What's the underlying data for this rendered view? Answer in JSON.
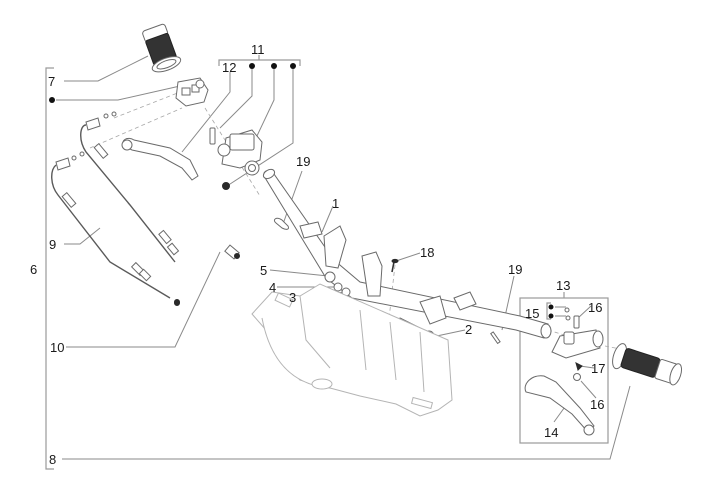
{
  "diagram": {
    "type": "exploded-parts-diagram",
    "subject": "handlebars and controls",
    "callouts": [
      {
        "id": "c1",
        "label": "1",
        "part": "handlebar"
      },
      {
        "id": "c2",
        "label": "2",
        "part": "bolt"
      },
      {
        "id": "c3",
        "label": "3",
        "part": "washer"
      },
      {
        "id": "c4",
        "label": "4",
        "part": "washer"
      },
      {
        "id": "c5",
        "label": "5",
        "part": "nut"
      },
      {
        "id": "c6",
        "label": "6",
        "part": "left control assembly"
      },
      {
        "id": "c7",
        "label": "7",
        "part": "left grip"
      },
      {
        "id": "c8",
        "label": "8",
        "part": "right grip"
      },
      {
        "id": "c9",
        "label": "9",
        "part": "throttle cable"
      },
      {
        "id": "c10",
        "label": "10",
        "part": "throttle cable"
      },
      {
        "id": "c11",
        "label": "11",
        "part": "brake pump assembly"
      },
      {
        "id": "c12",
        "label": "12",
        "part": "left brake lever"
      },
      {
        "id": "c13",
        "label": "13",
        "part": "right brake pump assembly"
      },
      {
        "id": "c14",
        "label": "14",
        "part": "right brake lever"
      },
      {
        "id": "c15",
        "label": "15",
        "part": "screw set"
      },
      {
        "id": "c16a",
        "label": "16",
        "part": "screw"
      },
      {
        "id": "c16b",
        "label": "16",
        "part": "nut"
      },
      {
        "id": "c17",
        "label": "17",
        "part": "switch"
      },
      {
        "id": "c18",
        "label": "18",
        "part": "screw"
      },
      {
        "id": "c19a",
        "label": "19",
        "part": "spring pin"
      },
      {
        "id": "c19b",
        "label": "19",
        "part": "spring pin"
      }
    ]
  }
}
